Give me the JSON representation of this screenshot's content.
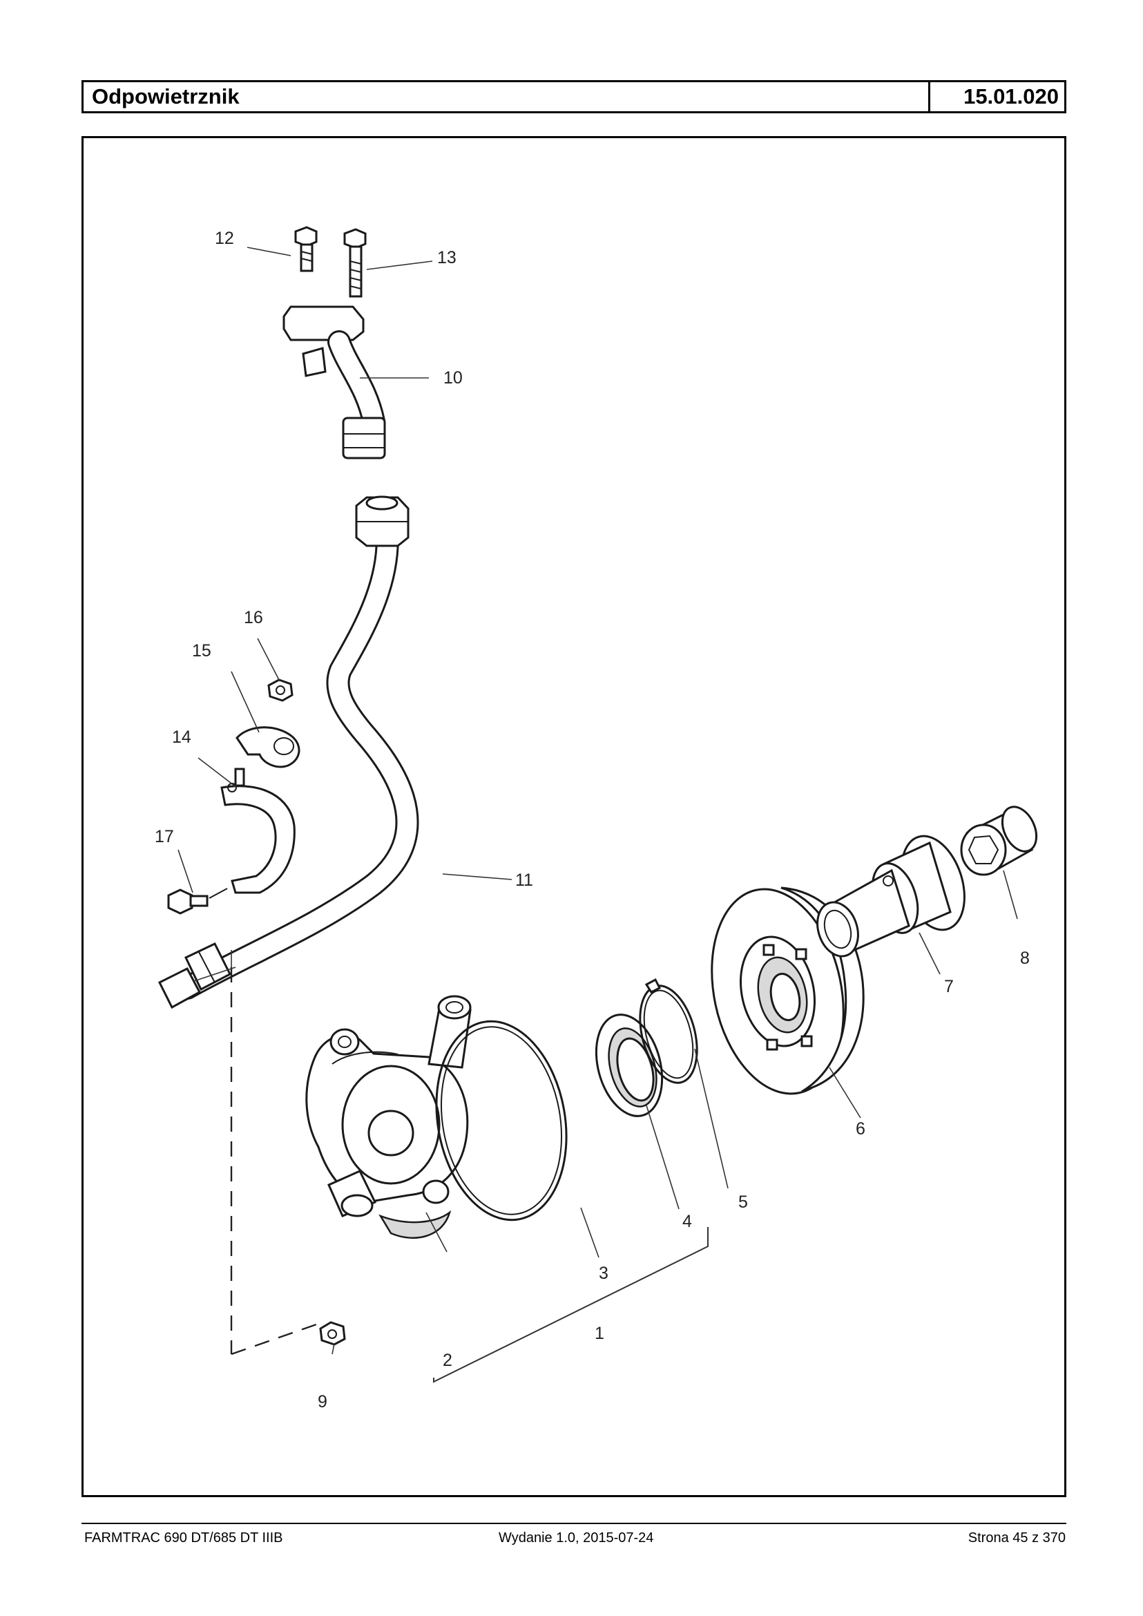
{
  "header": {
    "title": "Odpowietrznik",
    "code": "15.01.020"
  },
  "diagram": {
    "callouts": [
      "1",
      "2",
      "3",
      "4",
      "5",
      "6",
      "7",
      "8",
      "9",
      "10",
      "11",
      "12",
      "13",
      "14",
      "15",
      "16",
      "17"
    ]
  },
  "footer": {
    "model": "FARMTRAC 690 DT/685 DT IIIB",
    "edition": "Wydanie 1.0,  2015-07-24",
    "page": "Strona 45 z 370"
  }
}
